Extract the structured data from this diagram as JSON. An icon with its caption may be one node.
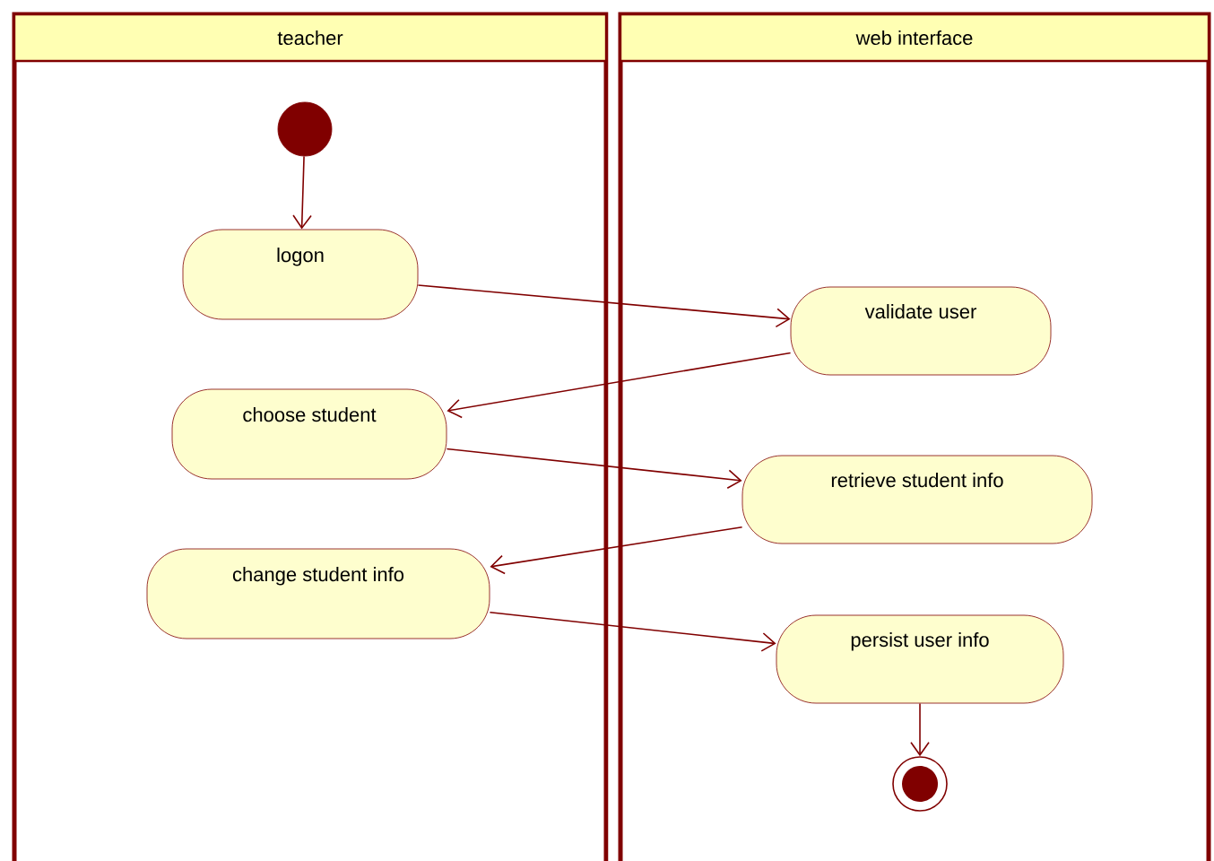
{
  "diagram": {
    "nodes": [
      {
        "text": [
          "teacher"
        ]
      },
      {
        "text": [
          "web interface"
        ]
      },
      {
        "text": [],
        "shape": "circle",
        "in": 0
      },
      {
        "text": [
          "logon"
        ],
        "in": 0
      },
      {
        "text": [
          "choose student"
        ],
        "in": 0
      },
      {
        "text": [
          "change student info"
        ],
        "in": 0
      },
      {
        "text": [
          "validate user"
        ],
        "in": 1
      },
      {
        "text": [
          "retrieve student info"
        ],
        "in": 1
      },
      {
        "text": [
          "persist user info"
        ],
        "in": 1
      },
      {
        "text": [],
        "shape": "circle",
        "in": 1
      }
    ],
    "edges": [
      {
        "from": 2,
        "to": 3,
        "arrow": "to"
      },
      {
        "from": 3,
        "to": 6,
        "arrow": "to"
      },
      {
        "from": 6,
        "to": 4,
        "arrow": "to"
      },
      {
        "from": 4,
        "to": 7,
        "arrow": "to"
      },
      {
        "from": 7,
        "to": 5,
        "arrow": "to"
      },
      {
        "from": 5,
        "to": 8,
        "arrow": "to"
      },
      {
        "from": 8,
        "to": 9,
        "arrow": "to"
      }
    ]
  }
}
